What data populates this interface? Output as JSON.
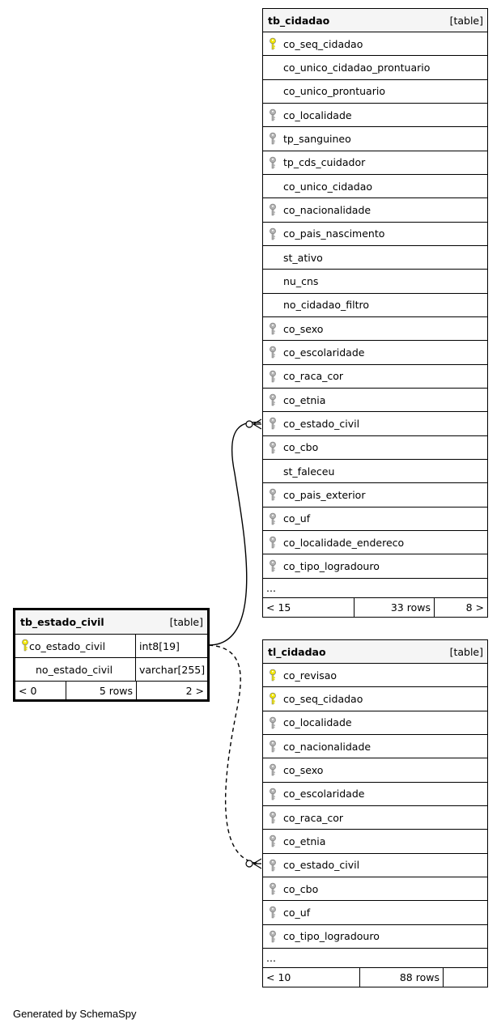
{
  "tb_cidadao": {
    "name": "tb_cidadao",
    "type": "[table]",
    "columns": [
      {
        "name": "co_seq_cidadao",
        "key": "primary"
      },
      {
        "name": "co_unico_cidadao_prontuario",
        "key": "none"
      },
      {
        "name": "co_unico_prontuario",
        "key": "none"
      },
      {
        "name": "co_localidade",
        "key": "foreign"
      },
      {
        "name": "tp_sanguineo",
        "key": "foreign"
      },
      {
        "name": "tp_cds_cuidador",
        "key": "foreign"
      },
      {
        "name": "co_unico_cidadao",
        "key": "none"
      },
      {
        "name": "co_nacionalidade",
        "key": "foreign"
      },
      {
        "name": "co_pais_nascimento",
        "key": "foreign"
      },
      {
        "name": "st_ativo",
        "key": "none"
      },
      {
        "name": "nu_cns",
        "key": "none"
      },
      {
        "name": "no_cidadao_filtro",
        "key": "none"
      },
      {
        "name": "co_sexo",
        "key": "foreign"
      },
      {
        "name": "co_escolaridade",
        "key": "foreign"
      },
      {
        "name": "co_raca_cor",
        "key": "foreign"
      },
      {
        "name": "co_etnia",
        "key": "foreign"
      },
      {
        "name": "co_estado_civil",
        "key": "foreign"
      },
      {
        "name": "co_cbo",
        "key": "foreign"
      },
      {
        "name": "st_faleceu",
        "key": "none"
      },
      {
        "name": "co_pais_exterior",
        "key": "foreign"
      },
      {
        "name": "co_uf",
        "key": "foreign"
      },
      {
        "name": "co_localidade_endereco",
        "key": "foreign"
      },
      {
        "name": "co_tipo_logradouro",
        "key": "foreign"
      }
    ],
    "ellipsis": "...",
    "footer": {
      "parents": "< 15",
      "rows": "33 rows",
      "children": "8 >"
    }
  },
  "tl_cidadao": {
    "name": "tl_cidadao",
    "type": "[table]",
    "columns": [
      {
        "name": "co_revisao",
        "key": "primary"
      },
      {
        "name": "co_seq_cidadao",
        "key": "primary"
      },
      {
        "name": "co_localidade",
        "key": "foreign"
      },
      {
        "name": "co_nacionalidade",
        "key": "foreign"
      },
      {
        "name": "co_sexo",
        "key": "foreign"
      },
      {
        "name": "co_escolaridade",
        "key": "foreign"
      },
      {
        "name": "co_raca_cor",
        "key": "foreign"
      },
      {
        "name": "co_etnia",
        "key": "foreign"
      },
      {
        "name": "co_estado_civil",
        "key": "foreign"
      },
      {
        "name": "co_cbo",
        "key": "foreign"
      },
      {
        "name": "co_uf",
        "key": "foreign"
      },
      {
        "name": "co_tipo_logradouro",
        "key": "foreign"
      }
    ],
    "ellipsis": "...",
    "footer": {
      "parents": "< 10",
      "rows": "88 rows",
      "children": ""
    }
  },
  "tb_estado_civil": {
    "name": "tb_estado_civil",
    "type": "[table]",
    "columns": [
      {
        "name": "co_estado_civil",
        "datatype": "int8[19]",
        "key": "primary"
      },
      {
        "name": "no_estado_civil",
        "datatype": "varchar[255]",
        "key": "none"
      }
    ],
    "footer": {
      "parents": "< 0",
      "rows": "5 rows",
      "children": "2 >"
    }
  },
  "generated_by": "Generated by SchemaSpy",
  "colors": {
    "primary_key": "#f2e600",
    "foreign_key": "#b3b3b3"
  }
}
